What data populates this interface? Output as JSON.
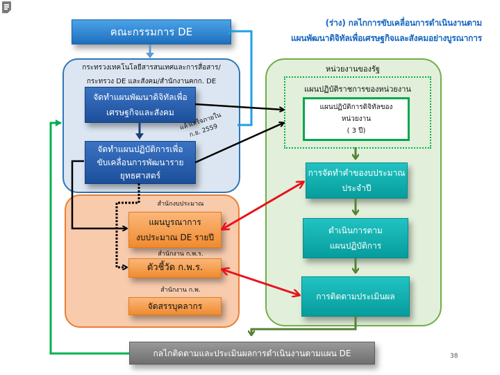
{
  "header": {
    "title_line1": "(ร่าง) กลไกการขับเคลื่อนการดำเนินงานตาม",
    "title_line2": "แผนพัฒนาดิจิทัลเพื่อเศรษฐกิจและสังคมอย่างบูรณาการ",
    "doc_icon": "notes-icon"
  },
  "committee": {
    "label": "คณะกรรมการ DE"
  },
  "ministry_panel": {
    "heading_line1": "กระทรวงเทคโนโลยีสารสนเทศและการสื่อสาร/",
    "heading_line2": "กระทรวง DE และสังคม/สำนักงานคกก. DE",
    "box1_line1": "จัดทำแผนพัฒนาดิจิทัลเพื่อ",
    "box1_line2": "เศรษฐกิจและสังคม",
    "box2_line1": "จัดทำแผนปฏิบัติการเพื่อ",
    "box2_line2": "ขับเคลื่อนการพัฒนาราย",
    "box2_line3": "ยุทธศาสตร์"
  },
  "deadline_note": {
    "line1": "แล้วเสร็จภายใน",
    "line2": "ก.ย. 2559"
  },
  "central_agencies_panel": {
    "budget_office_label": "สำนักงบประมาณ",
    "budget_box_line1": "แผนบูรณาการ",
    "budget_box_line2": "งบประมาณ DE รายปี",
    "opdc_label": "สำนักงาน ก.พ.ร.",
    "opdc_box": "ตัวชี้วัด ก.พ.ร.",
    "ocsc_label": "สำนักงาน ก.พ.",
    "ocsc_box": "จัดสรรบุคลากร"
  },
  "state_agencies_panel": {
    "heading": "หน่วยงานของรัฐ",
    "dotted_heading": "แผนปฏิบัติราชการของหน่วยงาน",
    "plan_box_line1": "แผนปฏิบัติการดิจิทัลของ",
    "plan_box_line2": "หน่วยงาน",
    "plan_box_line3": "( 3 ปี)",
    "step1_line1": "การจัดทำคำของบประมาณ",
    "step1_line2": "ประจำปี",
    "step2_line1": "ดำเนินการตาม",
    "step2_line2": "แผนปฏิบัติการ",
    "step3": "การติดตามประเมินผล"
  },
  "monitoring": {
    "label": "กลไกติดตามและประเมินผลการดำเนินงานตามแผน DE"
  },
  "page_number": "38",
  "colors": {
    "title": "#1565c0",
    "blue_panel": "#dce6f2",
    "orange_panel": "#f8cbad",
    "green_panel": "#e2efda",
    "teal_box": "#069c9c",
    "red_arrow": "#e8121c",
    "green_arrow": "#00b050",
    "olive_arrow": "#548235",
    "cyan_arrow": "#1ea0e6"
  }
}
